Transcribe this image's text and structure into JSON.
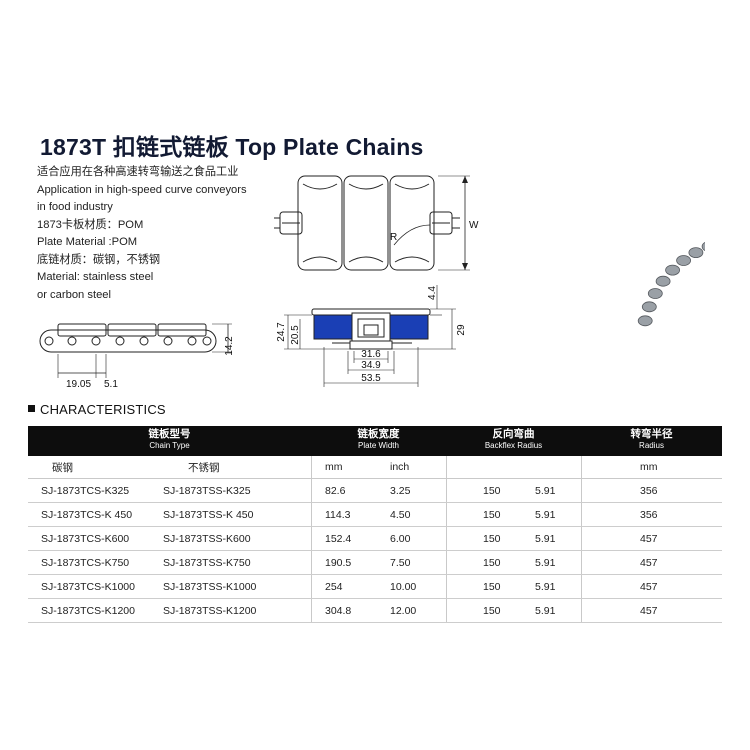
{
  "title": "1873T 扣链式链板 Top Plate Chains",
  "description": [
    "适合应用在各种高速转弯输送之食品工业",
    "Application in high-speed curve conveyors",
    "in food industry",
    "1873卡板材质：POM",
    " Plate Material :POM",
    "底链材质：碳钢，不锈钢",
    "Material: stainless steel",
    "or carbon steel"
  ],
  "drawing_dims": {
    "top_w": "W",
    "top_r": "R",
    "side_h": "14.2",
    "side_p1": "19.05",
    "side_p2": "5.1",
    "end_247": "24.7",
    "end_205": "20.5",
    "end_44": "4.4",
    "end_29": "29",
    "end_316": "31.6",
    "end_349": "34.9",
    "end_535": "53.5"
  },
  "section_heading": "CHARACTERISTICS",
  "table": {
    "headers": [
      {
        "zh": "链板型号",
        "en": "Chain Type"
      },
      {
        "zh": "链板宽度",
        "en": "Plate Width"
      },
      {
        "zh": "反向弯曲",
        "en": "Backflex Radius"
      },
      {
        "zh": "转弯半径",
        "en": "Radius"
      }
    ],
    "subheaders": [
      "碳钢",
      "不锈钢",
      "mm",
      "inch",
      "mm"
    ],
    "rows": [
      [
        "SJ-1873TCS-K325",
        "SJ-1873TSS-K325",
        "82.6",
        "3.25",
        "150",
        "5.91",
        "356"
      ],
      [
        "SJ-1873TCS-K 450",
        "SJ-1873TSS-K 450",
        "114.3",
        "4.50",
        "150",
        "5.91",
        "356"
      ],
      [
        "SJ-1873TCS-K600",
        "SJ-1873TSS-K600",
        "152.4",
        "6.00",
        "150",
        "5.91",
        "457"
      ],
      [
        "SJ-1873TCS-K750",
        "SJ-1873TSS-K750",
        "190.5",
        "7.50",
        "150",
        "5.91",
        "457"
      ],
      [
        "SJ-1873TCS-K1000",
        "SJ-1873TSS-K1000",
        "254",
        "10.00",
        "150",
        "5.91",
        "457"
      ],
      [
        "SJ-1873TCS-K1200",
        "SJ-1873TSS-K1200",
        "304.8",
        "12.00",
        "150",
        "5.91",
        "457"
      ]
    ]
  },
  "colors": {
    "header_bg": "#0d0d0d",
    "plate_blue": "#1a3fb5",
    "plate_pink": "#cdb7bb",
    "title_color": "#121a33"
  }
}
